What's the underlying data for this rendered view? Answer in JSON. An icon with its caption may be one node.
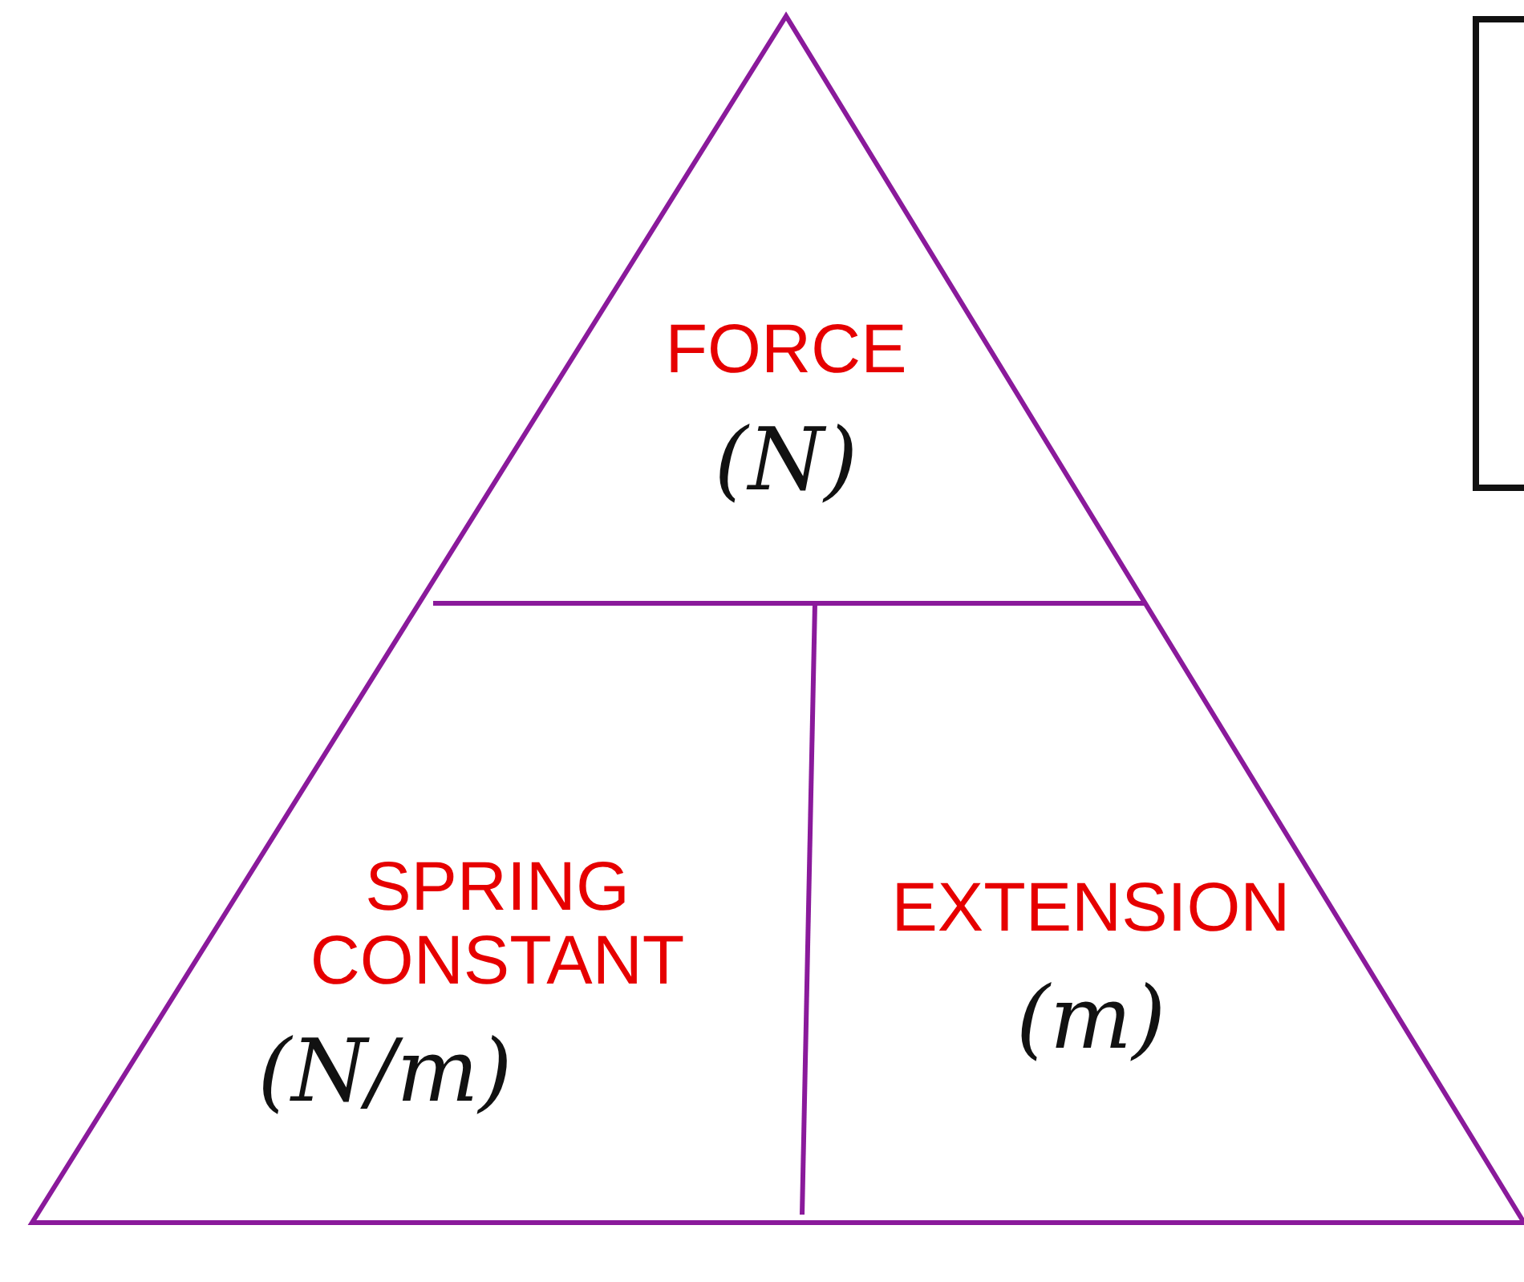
{
  "diagram": {
    "nodes": [
      {
        "text": [
          "FORCE",
          "(N)"
        ]
      },
      {
        "text": [
          "SPRING CONSTANT",
          "(N/m)"
        ]
      },
      {
        "text": [
          "EXTENSION",
          "(m)"
        ]
      },
      {
        "text": [],
        "shape": "box"
      }
    ]
  }
}
